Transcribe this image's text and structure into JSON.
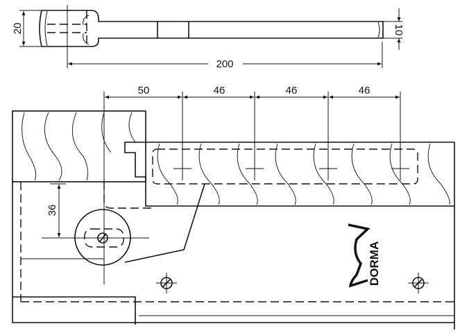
{
  "dimensions": {
    "arm_width": "20",
    "rod_width": "10",
    "arm_length": "200",
    "spacing": [
      "50",
      "46",
      "46",
      "46"
    ],
    "pivot_offset": "36"
  },
  "logo": {
    "brand": "DORMA"
  },
  "colors": {
    "line": "#111111",
    "background": "#ffffff"
  }
}
